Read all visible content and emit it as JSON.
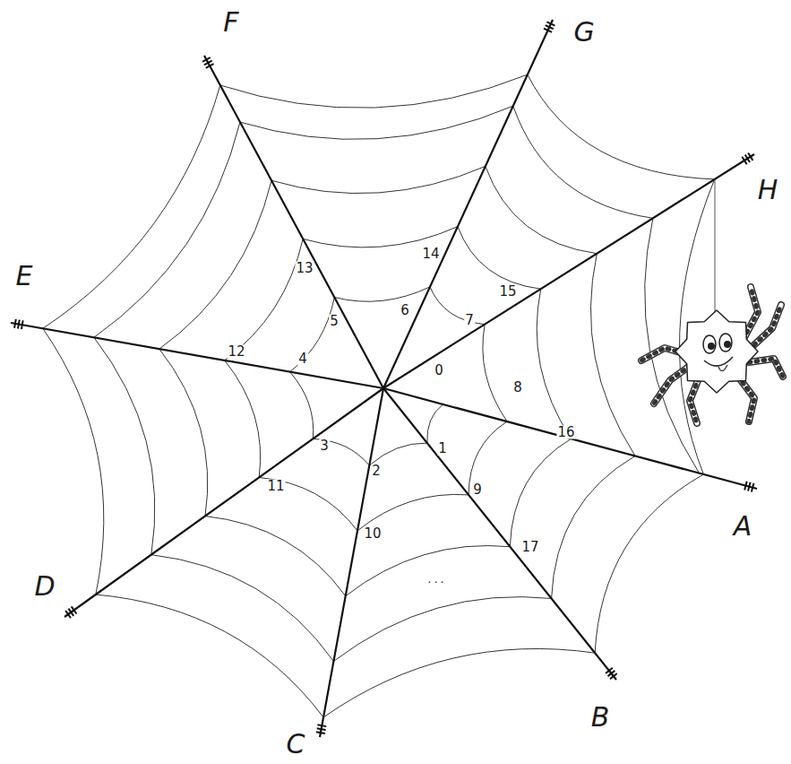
{
  "diagram": {
    "labels": [
      "F",
      "G",
      "H",
      "E",
      "A",
      "D",
      "B",
      "C",
      "0",
      "1",
      "2",
      "3",
      "4",
      "5",
      "6",
      "7",
      "8",
      "9",
      "10",
      "11",
      "12",
      "13",
      "14",
      "15",
      "16",
      "17",
      "..."
    ]
  }
}
